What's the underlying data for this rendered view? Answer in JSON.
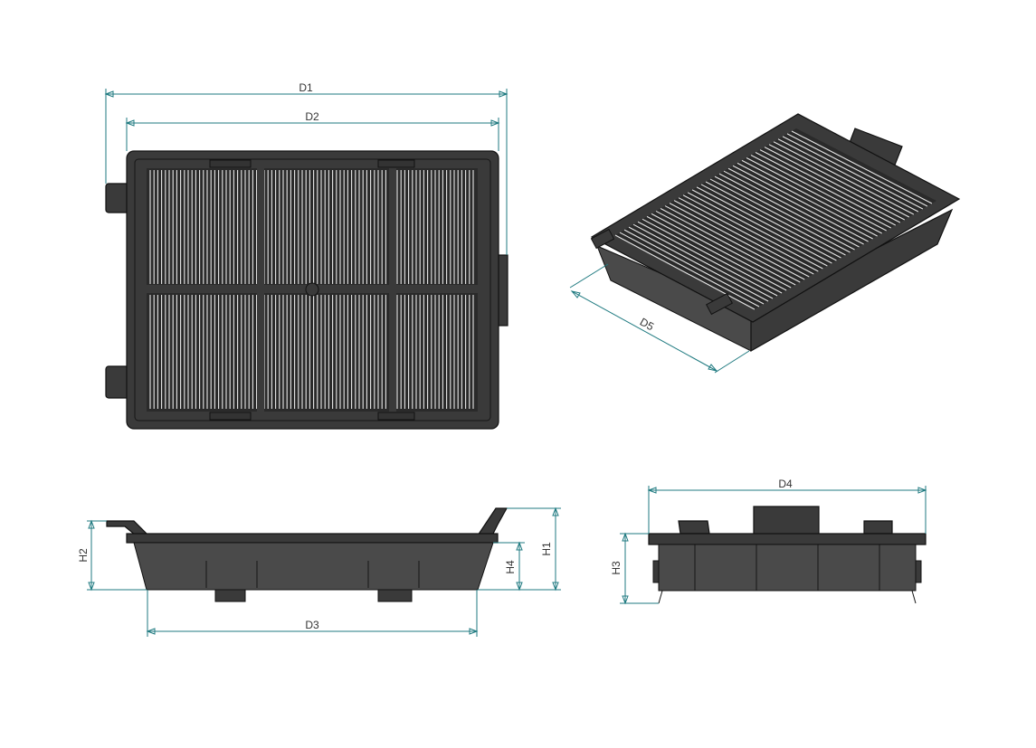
{
  "colors": {
    "dimension": "#1f7a80",
    "body": "#3a3a3a",
    "pleat": "#e8e8e8",
    "background": "#ffffff"
  },
  "views": {
    "top": {
      "dim_outer": "D1",
      "dim_inner": "D2"
    },
    "iso": {
      "dim_diag": "D5"
    },
    "side": {
      "dim_length": "D3",
      "dim_h1": "H1",
      "dim_h2": "H2",
      "dim_h4": "H4"
    },
    "end": {
      "dim_width": "D4",
      "dim_h3": "H3"
    }
  }
}
